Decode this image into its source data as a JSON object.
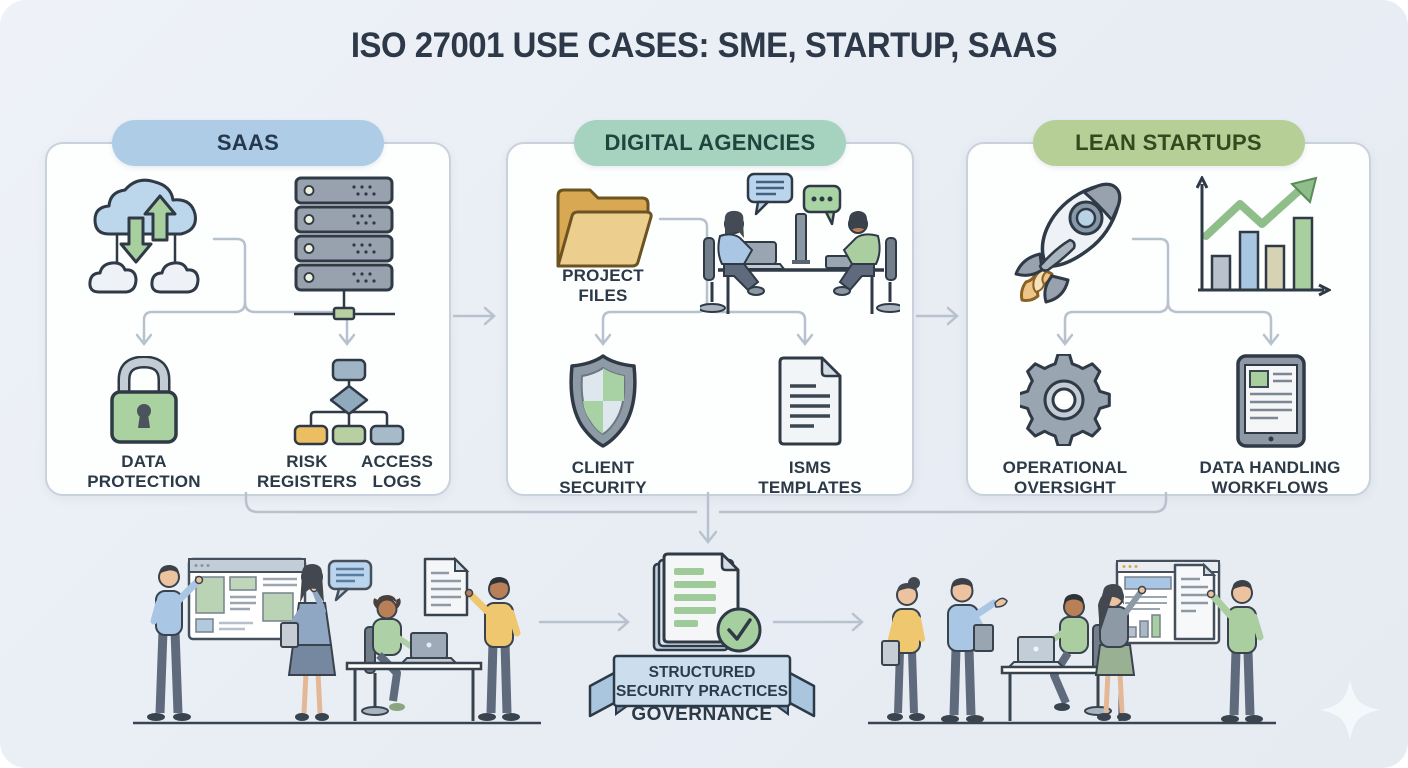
{
  "title": "ISO 27001 USE CASES: SME, STARTUP, SAAS",
  "panels": [
    {
      "title": "SAAS",
      "icons": [
        "cloud-sync-icon",
        "server-stack-icon",
        "padlock-icon",
        "org-chart-icon"
      ],
      "labels": {
        "data_protection": {
          "line1": "DATA",
          "line2": "PROTECTION"
        },
        "risk_registers": {
          "line1": "RISK",
          "line2": "REGISTERS"
        },
        "access_logs": {
          "line1": "ACCESS",
          "line2": "LOGS"
        }
      }
    },
    {
      "title": "DIGITAL AGENCIES",
      "icons": [
        "folder-icon",
        "team-meeting-icon",
        "shield-icon",
        "document-icon"
      ],
      "labels": {
        "project_files": {
          "line1": "PROJECT",
          "line2": "FILES"
        },
        "client_security": {
          "line1": "CLIENT",
          "line2": "SECURITY"
        },
        "isms_templates": {
          "line1": "ISMS",
          "line2": "TEMPLATES"
        }
      }
    },
    {
      "title": "LEAN STARTUPS",
      "icons": [
        "rocket-icon",
        "growth-chart-icon",
        "gear-icon",
        "tablet-icon"
      ],
      "labels": {
        "operational_oversight": {
          "line1": "OPERATIONAL",
          "line2": "OVERSIGHT"
        },
        "data_handling_workflows": {
          "line1": "DATA HANDLING",
          "line2": "WORKFLOWS"
        }
      }
    }
  ],
  "flow": {
    "banner": {
      "line1": "STRUCTURED",
      "line2": "SECURITY PRACTICES"
    },
    "governance_label": "GOVERNANCE"
  },
  "colors": {
    "background": "#e9eef4",
    "panel_bg": "#fdfefe",
    "panel_border": "#c9d2dc",
    "pill_saas_bg": "#aecce6",
    "pill_digital_bg": "#a6d2c0",
    "pill_lean_bg": "#b6cf97",
    "heading_text": "#2d3948",
    "label_text": "#2c3946",
    "connector": "#b7c2ce",
    "green_accent": "#a8cf9e",
    "blue_accent": "#b9d4ec",
    "yellow_accent": "#eccf8e"
  }
}
